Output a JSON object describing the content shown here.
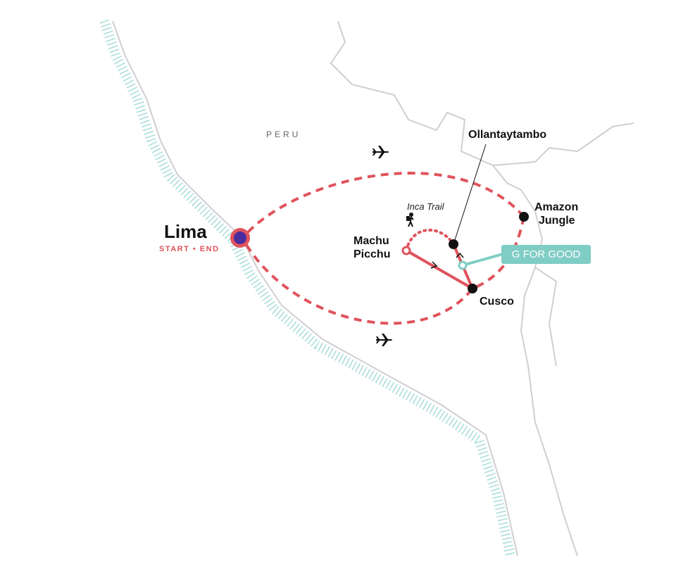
{
  "country": "PERU",
  "places": {
    "lima": {
      "name": "Lima",
      "sub": "START • END"
    },
    "ollantaytambo": {
      "name": "Ollantaytambo"
    },
    "amazon": {
      "line1": "Amazon",
      "line2": "Jungle"
    },
    "machu": {
      "line1": "Machu",
      "line2": "Picchu"
    },
    "cusco": {
      "name": "Cusco"
    }
  },
  "trail_label": "Inca Trail",
  "badge": "G FOR GOOD",
  "icons": [
    "plane-icon",
    "hiker-icon"
  ],
  "colors": {
    "route": "#e0535c",
    "teal": "#7fcdc4",
    "coast": "#a5dcd9",
    "border": "#cfcfcf",
    "lima_fill": "#4b2c9e"
  }
}
